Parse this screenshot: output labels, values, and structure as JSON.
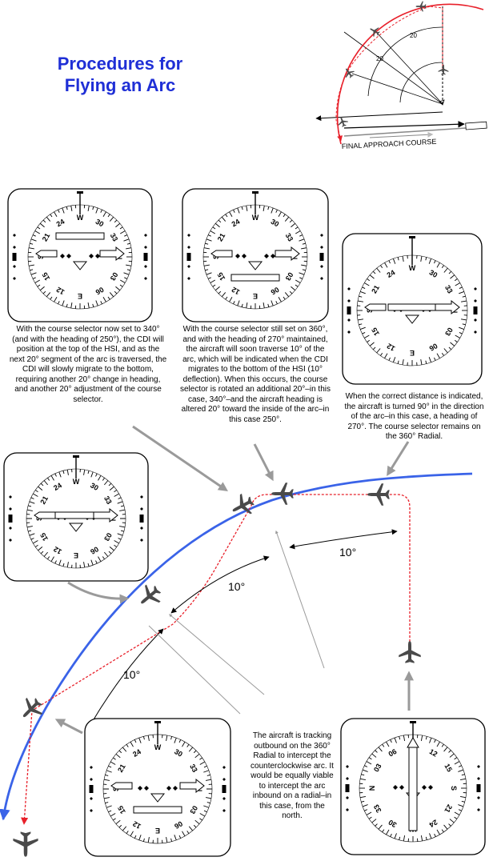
{
  "title": {
    "line1": "Procedures for",
    "line2": "Flying an Arc"
  },
  "inset": {
    "final_approach_label": "FINAL APPROACH COURSE",
    "angle_labels": [
      "20",
      "20"
    ],
    "colors": {
      "arc": "#e8202a",
      "path": "#e8202a"
    }
  },
  "captions": {
    "step1": "With the course selector now set to 340° (and with the heading of 250°), the CDI will position at the top of the HSI, and as the next 20° segment of the arc is traversed, the CDI will slowly migrate to the bottom, requiring another 20° change in heading, and another 20° adjustment of the course selector.",
    "step2": "With the course selector still set on 360°, and with the heading of 270° maintained, the aircraft will soon traverse 10° of the arc, which will be indicated when the CDI migrates to the bottom of the HSI (10° deflection). When this occurs, the course selector is rotated an additional 20°–in this case, 340°–and the aircraft heading is altered 20° toward the inside of the arc–in this case 250°.",
    "step3": "When the correct distance is indicated, the aircraft is turned 90° in the direction of the arc–in this case, a heading of 270°. The course selector remains on the 360° Radial.",
    "step4": "The aircraft is tracking outbound on the 360° Radial to intercept the counterclockwise arc. It would be equally viable to intercept the arc inbound on a radial–in this case, from the north."
  },
  "angles": {
    "a1": "10°",
    "a2": "10°",
    "a3": "10°"
  },
  "hsi_labels": {
    "h1": [
      "24",
      "W",
      "30",
      "33",
      "N",
      "03",
      "06",
      "E",
      "12",
      "15",
      "S",
      "21"
    ],
    "h2": [
      "W",
      "30",
      "33",
      "N",
      "03",
      "06",
      "E",
      "12",
      "15",
      "S",
      "21",
      "24"
    ],
    "h3": [
      "W",
      "30",
      "33",
      "N",
      "03",
      "06",
      "E",
      "12",
      "15",
      "S",
      "21",
      "24"
    ],
    "h4": [
      "24",
      "W",
      "30",
      "33",
      "N",
      "03",
      "06",
      "E",
      "12",
      "15",
      "S",
      "21"
    ],
    "h5": [
      "24",
      "W",
      "30",
      "33",
      "N",
      "03",
      "06",
      "E",
      "12",
      "15",
      "S",
      "21"
    ],
    "h6": [
      "N",
      "03",
      "06",
      "E",
      "12",
      "15",
      "S",
      "21",
      "24",
      "W",
      "30",
      "33"
    ]
  },
  "colors": {
    "arc": "#3a63e8",
    "path": "#e8202a",
    "pointer": "#9a9a9a",
    "text_title": "#1f2fd6"
  }
}
